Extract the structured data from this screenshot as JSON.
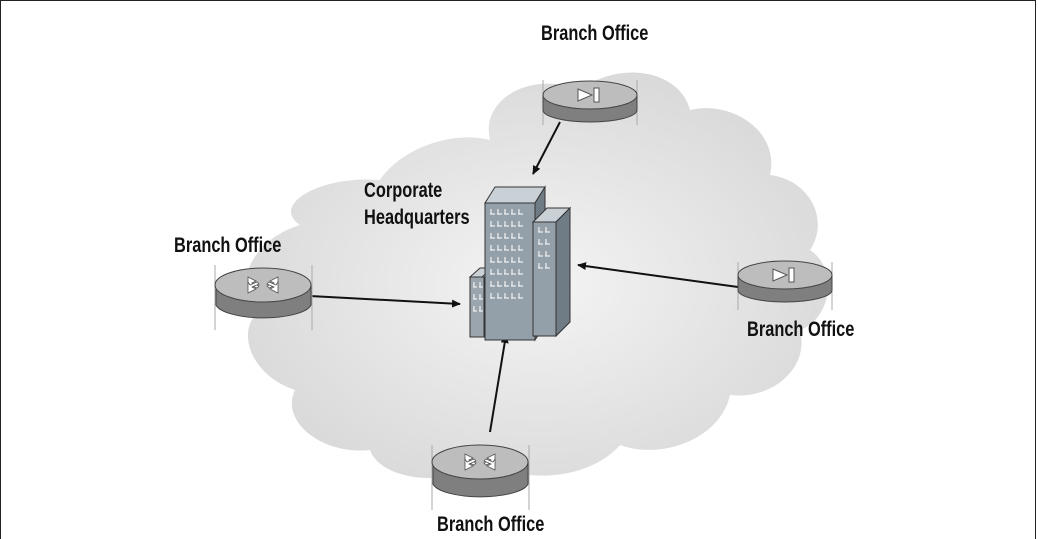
{
  "diagram": {
    "hub_label": [
      "Corporate",
      "Headquarters"
    ],
    "branches": [
      {
        "label": "Branch Office",
        "device": "vpn-concentrator-icon"
      },
      {
        "label": "Branch Office",
        "device": "router-icon"
      },
      {
        "label": "Branch Office",
        "device": "vpn-concentrator-icon"
      },
      {
        "label": "Branch Office",
        "device": "router-icon"
      }
    ],
    "hub_device": "office-building-icon",
    "cloud": "wan-cloud-icon",
    "colors": {
      "cloud": "#e6e6e6",
      "device_top": "#bcbcbc",
      "device_side": "#8a8a8a",
      "building": "#8f9aa3",
      "line": "#111111"
    }
  }
}
